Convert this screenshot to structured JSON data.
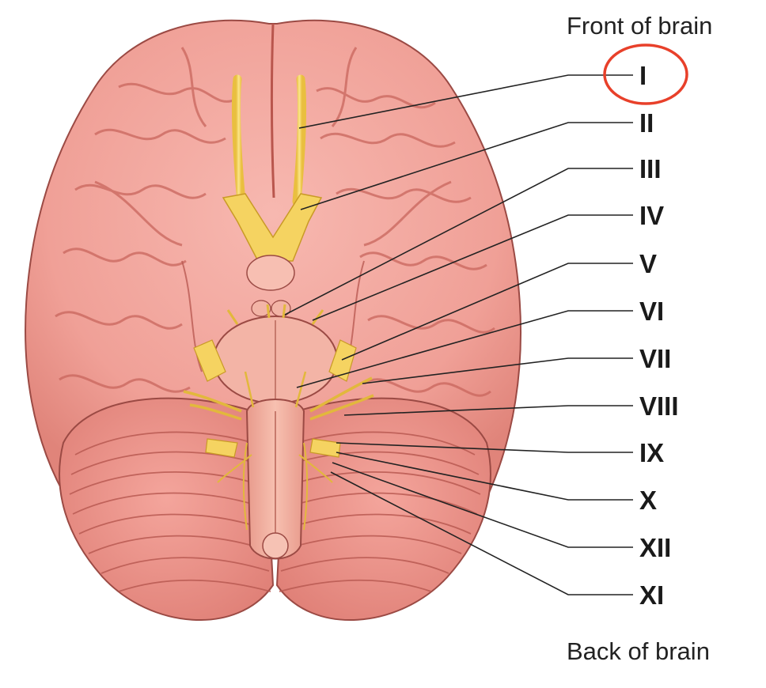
{
  "orientation": {
    "front": "Front of brain",
    "back": "Back of brain"
  },
  "nerves": [
    {
      "label": "I",
      "highlighted": true
    },
    {
      "label": "II"
    },
    {
      "label": "III"
    },
    {
      "label": "IV"
    },
    {
      "label": "V"
    },
    {
      "label": "VI"
    },
    {
      "label": "VII"
    },
    {
      "label": "VIII"
    },
    {
      "label": "IX"
    },
    {
      "label": "X"
    },
    {
      "label": "XII"
    },
    {
      "label": "XI"
    }
  ],
  "colors": {
    "brain": "#f2a7a0",
    "brain_dark": "#d9776f",
    "nerve": "#f3d56a",
    "highlight_circle": "#e8402a",
    "text": "#1a1a1a"
  }
}
